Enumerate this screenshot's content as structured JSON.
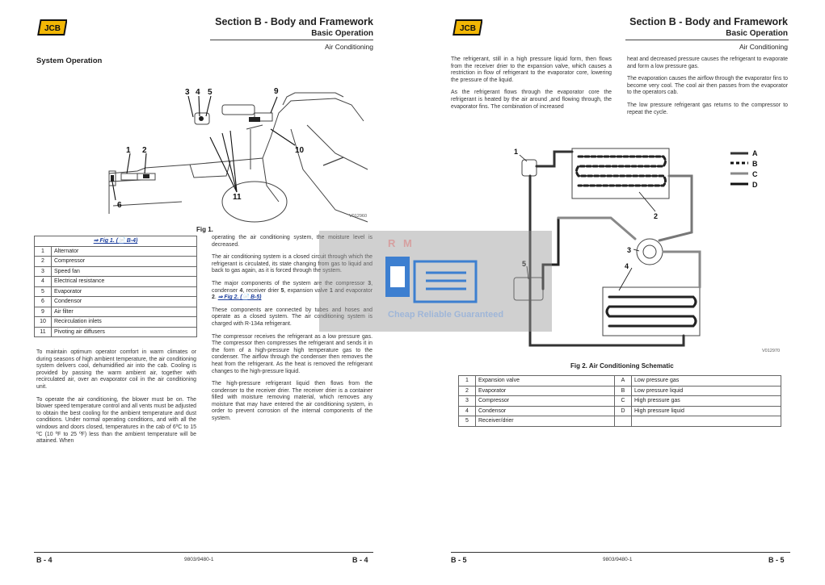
{
  "left": {
    "brand": "JCB",
    "section_title": "Section B - Body and Framework",
    "section_subtitle": "Basic Operation",
    "topic": "Air Conditioning",
    "heading": "System Operation",
    "fig1": {
      "drawing_id": "V012960",
      "caption": "Fig 1.",
      "callouts": [
        "3",
        "4",
        "5",
        "9",
        "1",
        "2",
        "10",
        "6",
        "11"
      ]
    },
    "parts_table": {
      "link": "⇒ Fig 1. (📄 B-4)",
      "rows": [
        {
          "num": "1",
          "name": "Alternator"
        },
        {
          "num": "2",
          "name": "Compressor"
        },
        {
          "num": "3",
          "name": "Speed fan"
        },
        {
          "num": "4",
          "name": "Electrical resistance"
        },
        {
          "num": "5",
          "name": "Evaporator"
        },
        {
          "num": "6",
          "name": "Condensor"
        },
        {
          "num": "9",
          "name": "Air filter"
        },
        {
          "num": "10",
          "name": "Recirculation inlets"
        },
        {
          "num": "11",
          "name": "Pivoting air diffusers"
        }
      ]
    },
    "col1_paragraphs": [
      "To maintain optimum operator comfort in warm climates or during seasons of high ambient temperature, the air conditioning system delivers cool, dehumidified air into the cab. Cooling is provided by passing the warm ambient air, together with recirculated air, over an evaporator coil in the air conditioning unit.",
      "To operate the air conditioning, the blower must be on. The blower speed temperature control and all vents must be adjusted to obtain the best cooling for the ambient temperature and dust conditions. Under normal operating conditions, and with all the windows and doors closed, temperatures in the cab of 6ºC to 15 ºC (10 ºF to 25 ºF) less than the ambient temperature will be attained. When"
    ],
    "col2": {
      "p1": "operating the air conditioning system, the moisture level is decreased.",
      "p2": "The air conditioning system is a closed circuit through which the refrigerant is circulated, its state changing from gas to liquid and back to gas again, as it is forced through the system.",
      "p3_a": "The major components of the system are the compressor ",
      "p3_b": "3",
      "p3_c": ", condenser ",
      "p3_d": "4",
      "p3_e": ", receiver drier ",
      "p3_f": "5",
      "p3_g": ", expansion valve ",
      "p3_h": "1",
      "p3_i": " and evaporator ",
      "p3_j": "2",
      "p3_k": ". ",
      "p3_link": "⇒ Fig 2. (📄 B-5)",
      "p4": "These components are connected by tubes and hoses and operate as a closed system. The air conditioning system is charged with R-134a refrigerant.",
      "p5": "The compressor receives the refrigerant as a low pressure gas. The compressor then compresses the refrigerant and sends it in the form of a high-pressure high temperature gas to the condenser. The airflow through the condenser then removes the heat from the refrigerant. As the heat is removed the refrigerant changes to the high-pressure liquid.",
      "p6": "The high-pressure refrigerant liquid then flows from the condenser to the receiver drier. The receiver drier is a container filled with moisture removing material, which removes any moisture that may have entered the air conditioning system, in order to prevent corrosion of the internal components of the system."
    },
    "footer": {
      "page": "B - 4",
      "doc": "9803/9480-1",
      "page_right": "B - 4"
    }
  },
  "right": {
    "brand": "JCB",
    "section_title": "Section B - Body and Framework",
    "section_subtitle": "Basic Operation",
    "topic": "Air Conditioning",
    "col1": [
      "The refrigerant, still in a high pressure liquid form, then flows from the receiver drier to the expansion valve, which causes a restriction in flow of refrigerant to the evaporator core, lowering the pressure of the liquid.",
      "As the refrigerant flows through the evaporator core the refrigerant is heated by the air around ,and flowing through, the evaporator fins. The combination of increased"
    ],
    "col2": [
      "heat and decreased pressure causes the refrigerant to evaporate and form a low pressure gas.",
      "The evaporation causes the airflow through the evaporator fins to become very cool. The cool air then passes from the evaporator to the operators cab.",
      "The low pressure refrigerant gas returns to the compressor to repeat the cycle."
    ],
    "fig2": {
      "drawing_id": "V012970",
      "caption": "Fig 2. Air Conditioning Schematic",
      "callouts": [
        "1",
        "2",
        "3",
        "4",
        "5"
      ],
      "legend": [
        "A",
        "B",
        "C",
        "D"
      ]
    },
    "schem_table": [
      {
        "num": "1",
        "name": "Expansion valve",
        "key": "A",
        "desc": "Low pressure gas"
      },
      {
        "num": "2",
        "name": "Evaporator",
        "key": "B",
        "desc": "Low pressure liquid"
      },
      {
        "num": "3",
        "name": "Compressor",
        "key": "C",
        "desc": "High pressure gas"
      },
      {
        "num": "4",
        "name": "Condensor",
        "key": "D",
        "desc": "High pressure liquid"
      },
      {
        "num": "5",
        "name": "Receiver/drier",
        "key": "",
        "desc": ""
      }
    ],
    "footer": {
      "page": "B - 5",
      "doc": "9803/9480-1",
      "page_right": "B - 5"
    }
  },
  "watermark": {
    "line1": "R M",
    "line2": "Cheap Reliable Guaranteed"
  }
}
